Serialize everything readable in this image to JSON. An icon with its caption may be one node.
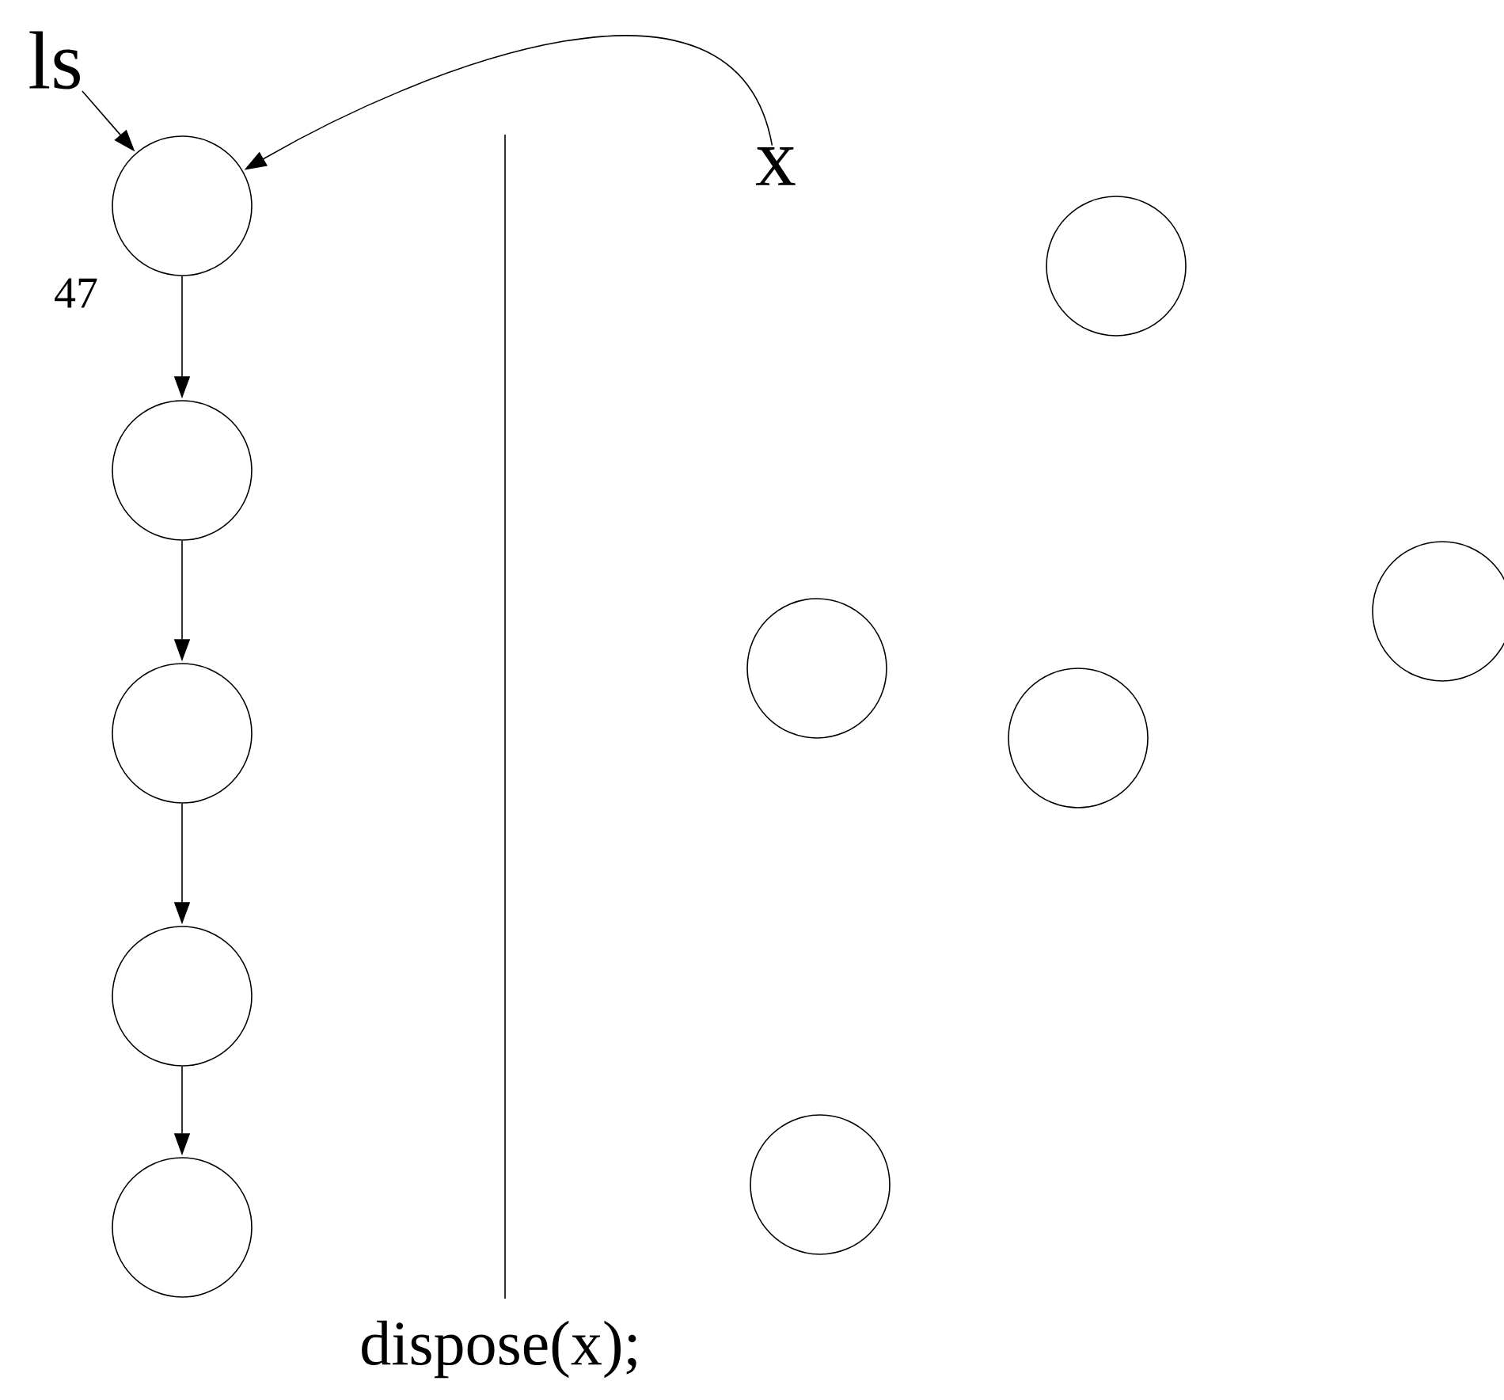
{
  "diagram": {
    "nodes": [
      {
        "text": [
          "ls"
        ]
      },
      {
        "text": [
          "x"
        ]
      },
      {
        "text": [],
        "shape": "circle",
        "beside": [
          "47"
        ]
      },
      {
        "text": [],
        "shape": "circle"
      },
      {
        "text": [],
        "shape": "circle"
      },
      {
        "text": [],
        "shape": "circle"
      },
      {
        "text": [],
        "shape": "circle"
      },
      {
        "text": [],
        "shape": "circle"
      },
      {
        "text": [],
        "shape": "circle"
      },
      {
        "text": [],
        "shape": "circle"
      },
      {
        "text": [],
        "shape": "circle"
      },
      {
        "text": [],
        "shape": "circle"
      }
    ],
    "edges": [
      {
        "from": 0,
        "to": 2,
        "arrow": "to"
      },
      {
        "from": 1,
        "to": 2,
        "arrow": "to"
      },
      {
        "from": 2,
        "to": 3,
        "arrow": "to"
      },
      {
        "from": 3,
        "to": 4,
        "arrow": "to"
      },
      {
        "from": 4,
        "to": 5,
        "arrow": "to"
      },
      {
        "from": 5,
        "to": 6,
        "arrow": "to"
      }
    ],
    "labels": [
      "dispose(x);"
    ]
  }
}
